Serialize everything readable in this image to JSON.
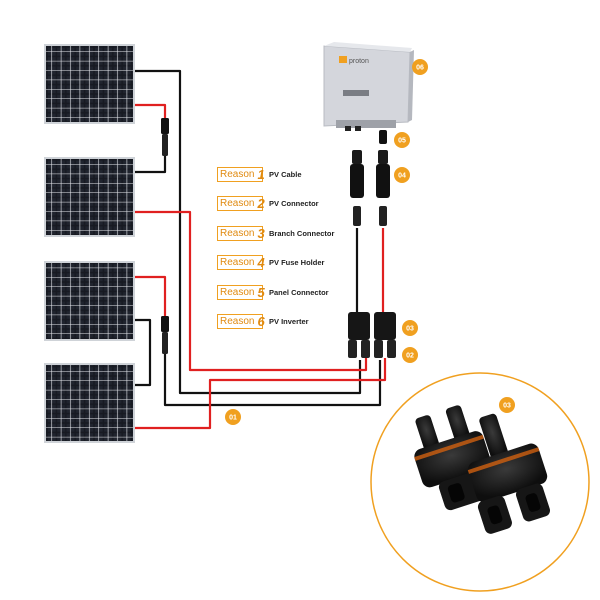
{
  "legend": {
    "items": [
      {
        "prefix": "Reason",
        "num": "1",
        "label": "PV Cable"
      },
      {
        "prefix": "Reason",
        "num": "2",
        "label": "PV Connector"
      },
      {
        "prefix": "Reason",
        "num": "3",
        "label": "Branch Connector"
      },
      {
        "prefix": "Reason",
        "num": "4",
        "label": "PV Fuse Holder"
      },
      {
        "prefix": "Reason",
        "num": "5",
        "label": "Panel Connector"
      },
      {
        "prefix": "Reason",
        "num": "6",
        "label": "PV Inverter"
      }
    ]
  },
  "inverter": {
    "brand": "proton"
  },
  "badges": {
    "b01": "01",
    "b02": "02",
    "b03": "03",
    "b04": "04",
    "b05": "05",
    "b06": "06",
    "b03_zoom": "03"
  },
  "colors": {
    "accent": "#f0a020",
    "wire_red": "#e02020",
    "wire_black": "#111111",
    "panel": "#15181f"
  }
}
